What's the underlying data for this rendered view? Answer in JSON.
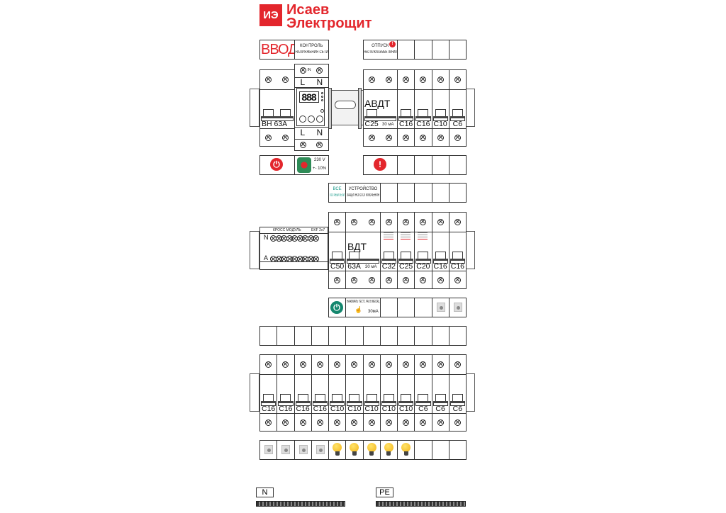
{
  "brand": {
    "logo_mark": "ИЭ",
    "name_line1": "Исаев",
    "name_line2": "Электрощит",
    "color": "#e3262c"
  },
  "row1": {
    "top_labels": {
      "input": "ВВОД",
      "voltage_control": [
        "КОНТРОЛЬ",
        "НАПРЯЖЕНИЯ СЕТИ"
      ],
      "uninterruptible": [
        "ОТПУСК",
        "НЕОТКЛЮЧАЕМЫЕ ЛИНИИ"
      ]
    },
    "devices": [
      {
        "label": "ВН 63A"
      },
      {
        "label": "АВДТ",
        "rating": "C25",
        "leak": "30 мА"
      },
      {
        "label": "C16"
      },
      {
        "label": "C16"
      },
      {
        "label": "C10"
      },
      {
        "label": "C6"
      }
    ],
    "relay": {
      "in": "IN",
      "l": "L",
      "n": "N",
      "display": "888"
    },
    "bottom_labels": {
      "voltage": "230 V",
      "tolerance": "+- 10%"
    }
  },
  "row2": {
    "top_labels": {
      "all_consumers": [
        "ВСЕ",
        "ПОТРЕБИТЕЛИ"
      ],
      "rcd": [
        "УСТРОЙСТВО",
        "ЗАЩИТНОГО ОТКЛЮЧЕНИЯ"
      ]
    },
    "cross_module": {
      "title": "КРОСС МОДУЛЬ",
      "model": "EKF 2x7",
      "n": "N",
      "a": "A"
    },
    "devices": [
      {
        "label": "C50"
      },
      {
        "label": "ВДТ",
        "rating": "63A",
        "leak": "30 мА"
      },
      {
        "label": "C32"
      },
      {
        "label": "C25"
      },
      {
        "label": "C20"
      },
      {
        "label": "C16"
      },
      {
        "label": "C16"
      }
    ],
    "bottom_labels": {
      "test_hint": "НАЖИМАТЬ ТЕСТ 1 РАЗ В МЕСЯЦ",
      "leak": "30мА"
    }
  },
  "row3": {
    "devices": [
      "C16",
      "C16",
      "C16",
      "C16",
      "C10",
      "C10",
      "C10",
      "C10",
      "C10",
      "C6",
      "C6",
      "C6"
    ],
    "bottom_icons": [
      "socket",
      "socket",
      "socket",
      "socket",
      "bulb",
      "bulb",
      "bulb",
      "bulb",
      "bulb",
      "",
      "",
      ""
    ]
  },
  "busbars": {
    "n": "N",
    "pe": "PE"
  }
}
